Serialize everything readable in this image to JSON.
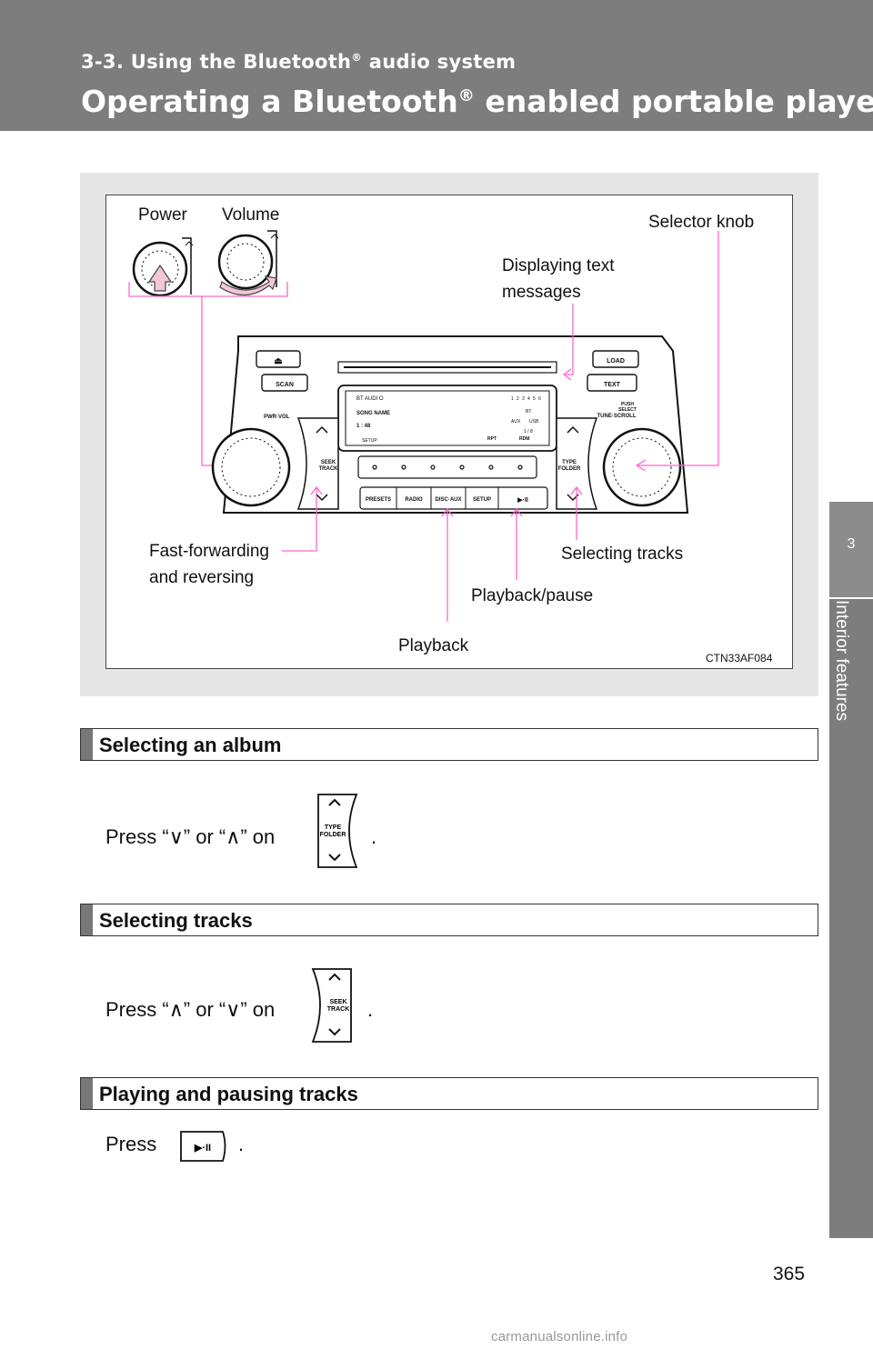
{
  "header": {
    "subtitle": "3-3. Using the Bluetooth",
    "subtitle_sup": "®",
    "subtitle_rest": " audio system",
    "title": "Operating a Bluetooth",
    "title_sup": "®",
    "title_rest": " enabled portable player"
  },
  "side_tab": {
    "chapter_number": "3",
    "chapter_label": "Interior features"
  },
  "figure": {
    "labels": {
      "power": "Power",
      "volume": "Volume",
      "selector_knob": "Selector knob",
      "displaying_text_1": "Displaying text",
      "displaying_text_2": "messages",
      "fast_forward_1": "Fast-forwarding",
      "fast_forward_2": "and reversing",
      "selecting_tracks": "Selecting tracks",
      "playback_pause": "Playback/pause",
      "playback": "Playback",
      "figure_code": "CTN33AF084"
    },
    "unit": {
      "eject": "⏏",
      "scan": "SCAN",
      "load": "LOAD",
      "text": "TEXT",
      "pwr_vol": "PWR·VOL",
      "push_select_1": "PUSH",
      "push_select_2": "SELECT",
      "tune_scroll": "TUNE·SCROLL",
      "seek_1": "SEEK",
      "seek_2": "TRACK",
      "type_1": "TYPE",
      "type_2": "FOLDER",
      "display_line1": "BT AUDI O",
      "display_song": "SONG NAME",
      "display_time": "1 : 48",
      "display_track": "1 / 8",
      "display_setup": "SETUP",
      "display_rpt": "RPT",
      "display_rdm": "RDM",
      "display_presets": [
        "1",
        "2",
        "3",
        "4",
        "5",
        "6"
      ],
      "display_bt": "BT",
      "display_aux": "AUX",
      "display_usb": "USB",
      "btn_presets": "PRESETS",
      "btn_radio": "RADIO",
      "btn_disc_aux": "DISC·AUX",
      "btn_setup": "SETUP",
      "btn_play_pause": "▶·II"
    }
  },
  "sections": [
    {
      "title": "Selecting an album",
      "instr_prefix": "Press “",
      "instr_sym1": "∨",
      "instr_mid": "” or “",
      "instr_sym2": "∧",
      "instr_suffix": "” on",
      "instr_end": ".",
      "icon_line1": "TYPE",
      "icon_line2": "FOLDER"
    },
    {
      "title": "Selecting tracks",
      "instr_prefix": "Press “",
      "instr_sym1": "∧",
      "instr_mid": "” or “",
      "instr_sym2": "∨",
      "instr_suffix": "” on",
      "instr_end": ".",
      "icon_line1": "SEEK",
      "icon_line2": "TRACK"
    },
    {
      "title": "Playing and pausing tracks",
      "instr_prefix": "Press",
      "instr_end": ".",
      "icon_label": "▶·II"
    }
  ],
  "page_number": "365",
  "footer": "carmanualsonline.info"
}
